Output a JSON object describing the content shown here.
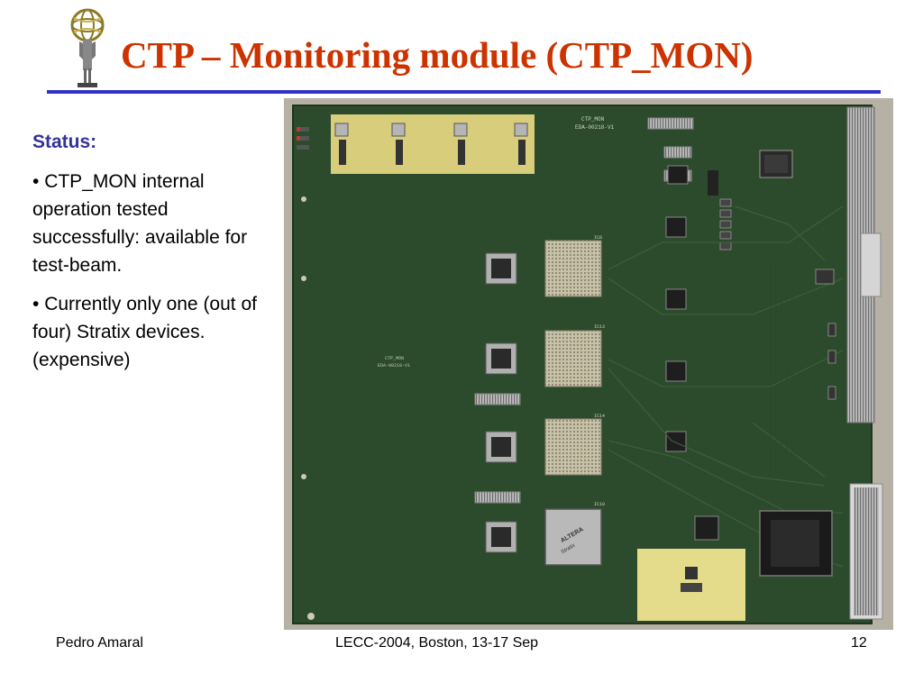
{
  "slide": {
    "title": "CTP – Monitoring module (CTP_MON)",
    "status_label": "Status:",
    "bullets": [
      "CTP_MON internal operation tested successfully: available for test-beam.",
      "Currently only one (out of four) Stratix devices. (expensive)"
    ]
  },
  "board": {
    "silk_title": "CTP_MON",
    "silk_part": "EDA-00218-V1",
    "silk_title_center": "CTP_MON",
    "silk_part_center": "EDA-00218-V1",
    "fpga_labels": [
      "IC8",
      "IC13",
      "IC14",
      "IC18"
    ],
    "chip_brand": "ALTERA",
    "chip_sub": "Stratix",
    "bg_color": "#2c4a2c"
  },
  "footer": {
    "author": "Pedro Amaral",
    "event": "LECC-2004, Boston, 13-17 Sep",
    "page": "12"
  },
  "colors": {
    "title": "#cc3300",
    "rule": "#3333cc",
    "status": "#333399"
  }
}
